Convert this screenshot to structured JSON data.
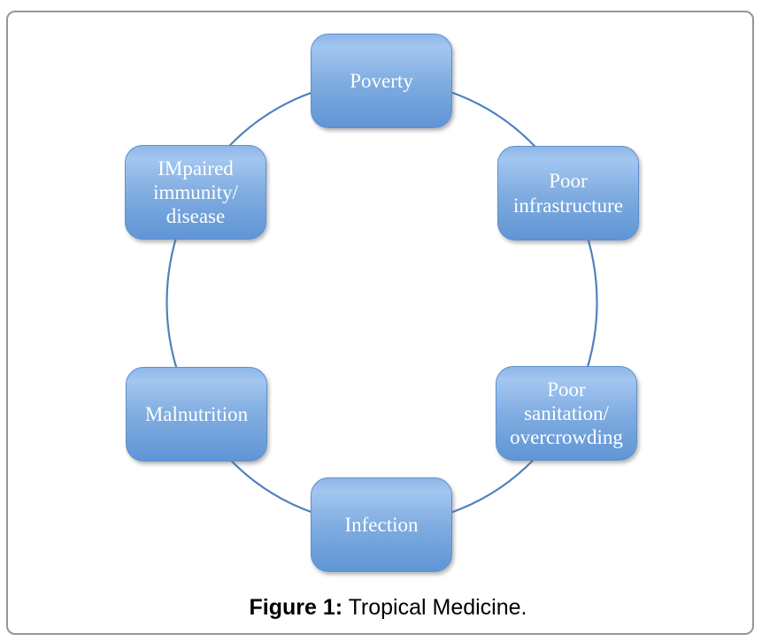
{
  "caption": {
    "label": "Figure 1:",
    "text": "Tropical Medicine."
  },
  "diagram": {
    "type": "cycle",
    "nodes": [
      {
        "name": "poverty",
        "label": "Poverty"
      },
      {
        "name": "poor-infrastructure",
        "label": "Poor\ninfrastructure"
      },
      {
        "name": "poor-sanitation-overcrowding",
        "label": "Poor\nsanitation/\novercrowding"
      },
      {
        "name": "infection",
        "label": "Infection"
      },
      {
        "name": "malnutrition",
        "label": "Malnutrition"
      },
      {
        "name": "impaired-immunity-disease",
        "label": "IMpaired\nimmunity/\ndisease"
      }
    ],
    "colors": {
      "node_fill_top": "#9dc2ee",
      "node_fill_bottom": "#6195d6",
      "node_border": "#5d90cf",
      "node_text": "#ffffff",
      "cycle_line": "#4f81bd",
      "frame_border": "#969696",
      "caption_text": "#000000",
      "background": "#ffffff"
    }
  }
}
